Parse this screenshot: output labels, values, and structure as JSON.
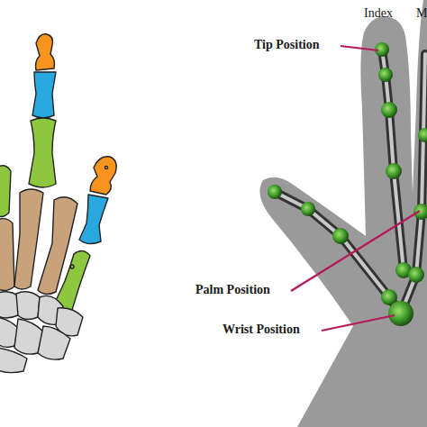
{
  "diagram": {
    "labels": [
      "Index",
      "M",
      "Tip Position",
      "Palm Position",
      "Wrist Position"
    ]
  }
}
